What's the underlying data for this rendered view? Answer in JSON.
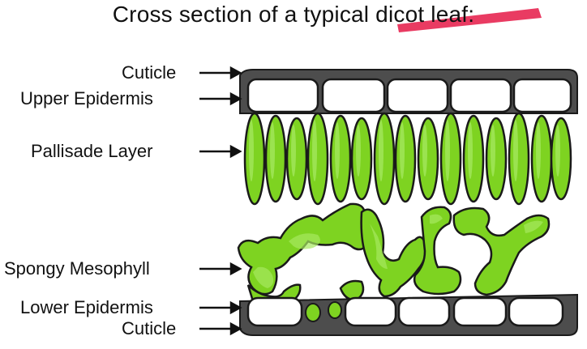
{
  "diagram": {
    "title": "Cross section of a typical dicot leaf:",
    "labels": {
      "cuticle_top": "Cuticle",
      "upper_epidermis": "Upper Epidermis",
      "pallisade_layer": "Pallisade Layer",
      "spongy_mesophyll": "Spongy Mesophyll",
      "lower_epidermis": "Lower Epidermis",
      "cuticle_bottom": "Cuticle"
    }
  },
  "colors": {
    "highlight": "#e8305a",
    "cell_green": "#7ed321",
    "cell_green_light": "#a6e860",
    "outline": "#1a1a1a",
    "cuticle_gray": "#555555",
    "epidermis_fill": "#ffffff"
  }
}
